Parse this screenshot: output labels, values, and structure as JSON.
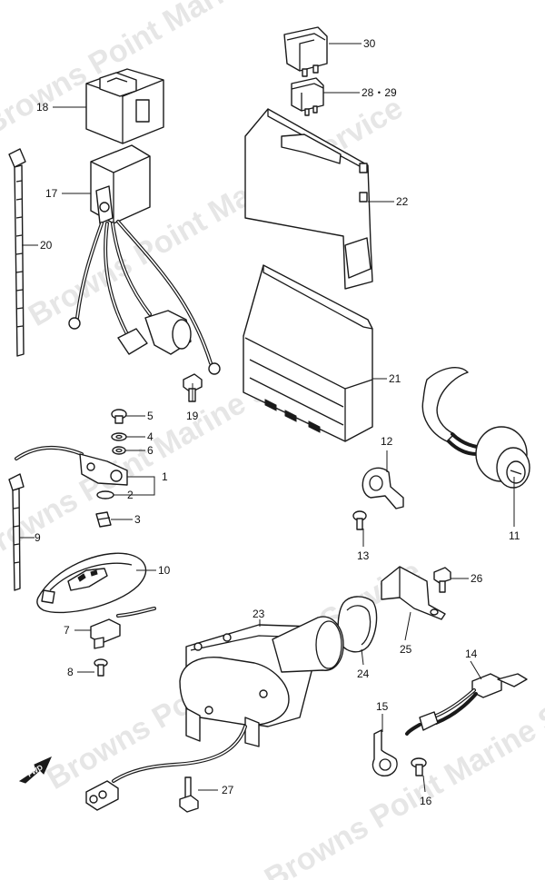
{
  "watermark": {
    "text": "Browns Point Marine Service",
    "color": "#e6e6e6"
  },
  "fwd_label": "FWD",
  "callouts": [
    {
      "id": "c1",
      "label": "1"
    },
    {
      "id": "c2",
      "label": "2"
    },
    {
      "id": "c3",
      "label": "3"
    },
    {
      "id": "c4",
      "label": "4"
    },
    {
      "id": "c5",
      "label": "5"
    },
    {
      "id": "c6",
      "label": "6"
    },
    {
      "id": "c7",
      "label": "7"
    },
    {
      "id": "c8",
      "label": "8"
    },
    {
      "id": "c9",
      "label": "9"
    },
    {
      "id": "c10",
      "label": "10"
    },
    {
      "id": "c11",
      "label": "11"
    },
    {
      "id": "c12",
      "label": "12"
    },
    {
      "id": "c13",
      "label": "13"
    },
    {
      "id": "c14",
      "label": "14"
    },
    {
      "id": "c15",
      "label": "15"
    },
    {
      "id": "c16",
      "label": "16"
    },
    {
      "id": "c17",
      "label": "17"
    },
    {
      "id": "c18",
      "label": "18"
    },
    {
      "id": "c19",
      "label": "19"
    },
    {
      "id": "c20",
      "label": "20"
    },
    {
      "id": "c21",
      "label": "21"
    },
    {
      "id": "c22",
      "label": "22"
    },
    {
      "id": "c23",
      "label": "23"
    },
    {
      "id": "c24",
      "label": "24"
    },
    {
      "id": "c25",
      "label": "25"
    },
    {
      "id": "c26",
      "label": "26"
    },
    {
      "id": "c27",
      "label": "27"
    },
    {
      "id": "c28",
      "label": "28・29"
    },
    {
      "id": "c30",
      "label": "30"
    }
  ]
}
